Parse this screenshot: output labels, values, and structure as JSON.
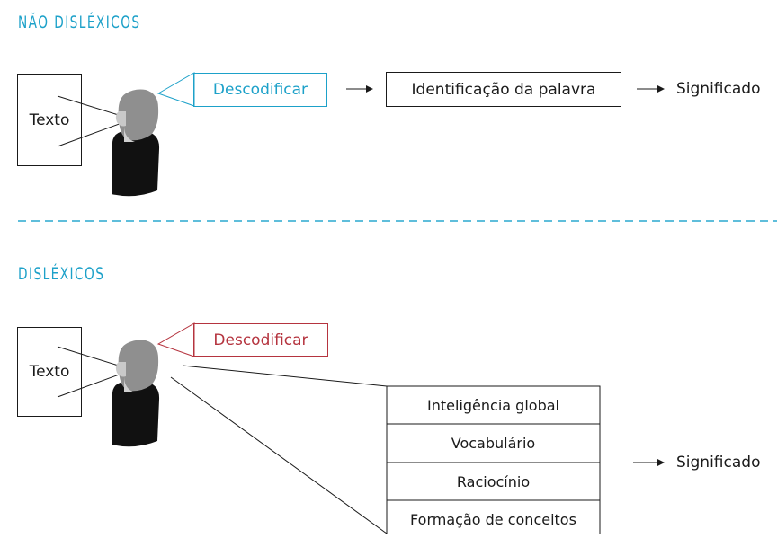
{
  "colors": {
    "blue_accent": "#1da1c9",
    "red_accent": "#b5343f",
    "ink": "#1a1a1a",
    "divider": "#2aa8cf"
  },
  "top": {
    "title": "NÃO DISLÉXICOS",
    "text_box": "Texto",
    "decode_label": "Descodificar",
    "identification_box": "Identificação da palavra",
    "meaning": "Significado"
  },
  "bottom": {
    "title": "DISLÉXICOS",
    "text_box": "Texto",
    "decode_label": "Descodificar",
    "stack": [
      "Inteligência global",
      "Vocabulário",
      "Raciocínio",
      "Formação de conceitos"
    ],
    "meaning": "Significado"
  }
}
